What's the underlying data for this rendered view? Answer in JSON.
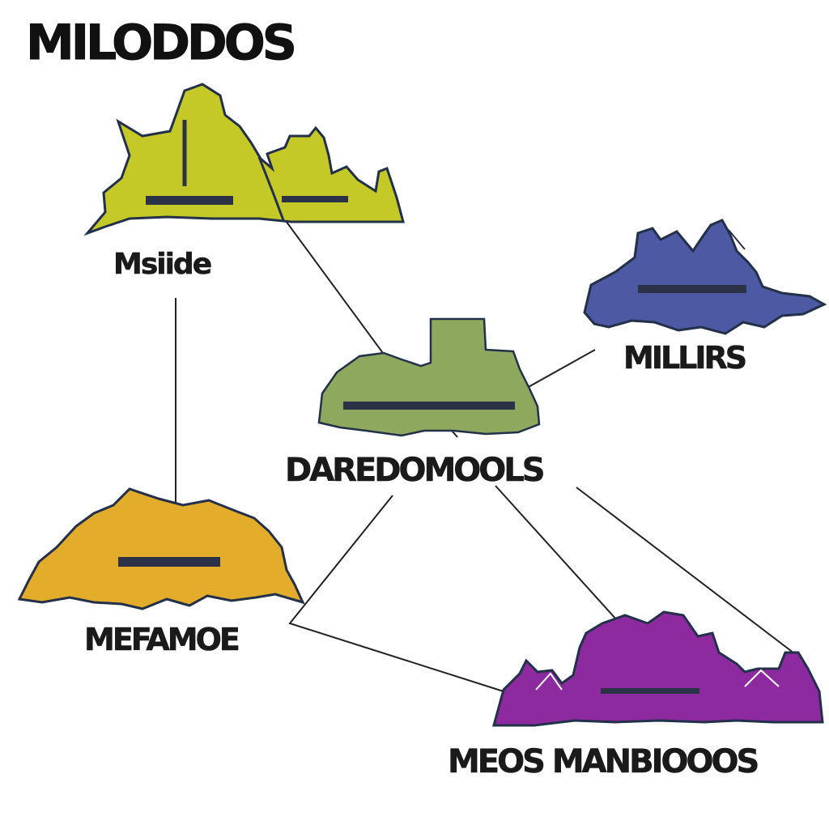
{
  "title": "MILODDOS",
  "nodes": [
    {
      "id": "top-left",
      "label": "Msiide",
      "color": "#c5c928"
    },
    {
      "id": "right",
      "label": "MILLIRS",
      "color": "#4d59a2"
    },
    {
      "id": "center",
      "label": "DAREDOMOOLS",
      "color": "#8ea85e"
    },
    {
      "id": "bottom-left",
      "label": "MEFAMOE",
      "color": "#e3ac2b"
    },
    {
      "id": "bottom-right",
      "label": "MEOS MANBIOOOS",
      "color": "#8d2aa0"
    }
  ],
  "colors": {
    "outline": "#23304a",
    "bar": "#2b3147",
    "line": "#222222"
  }
}
